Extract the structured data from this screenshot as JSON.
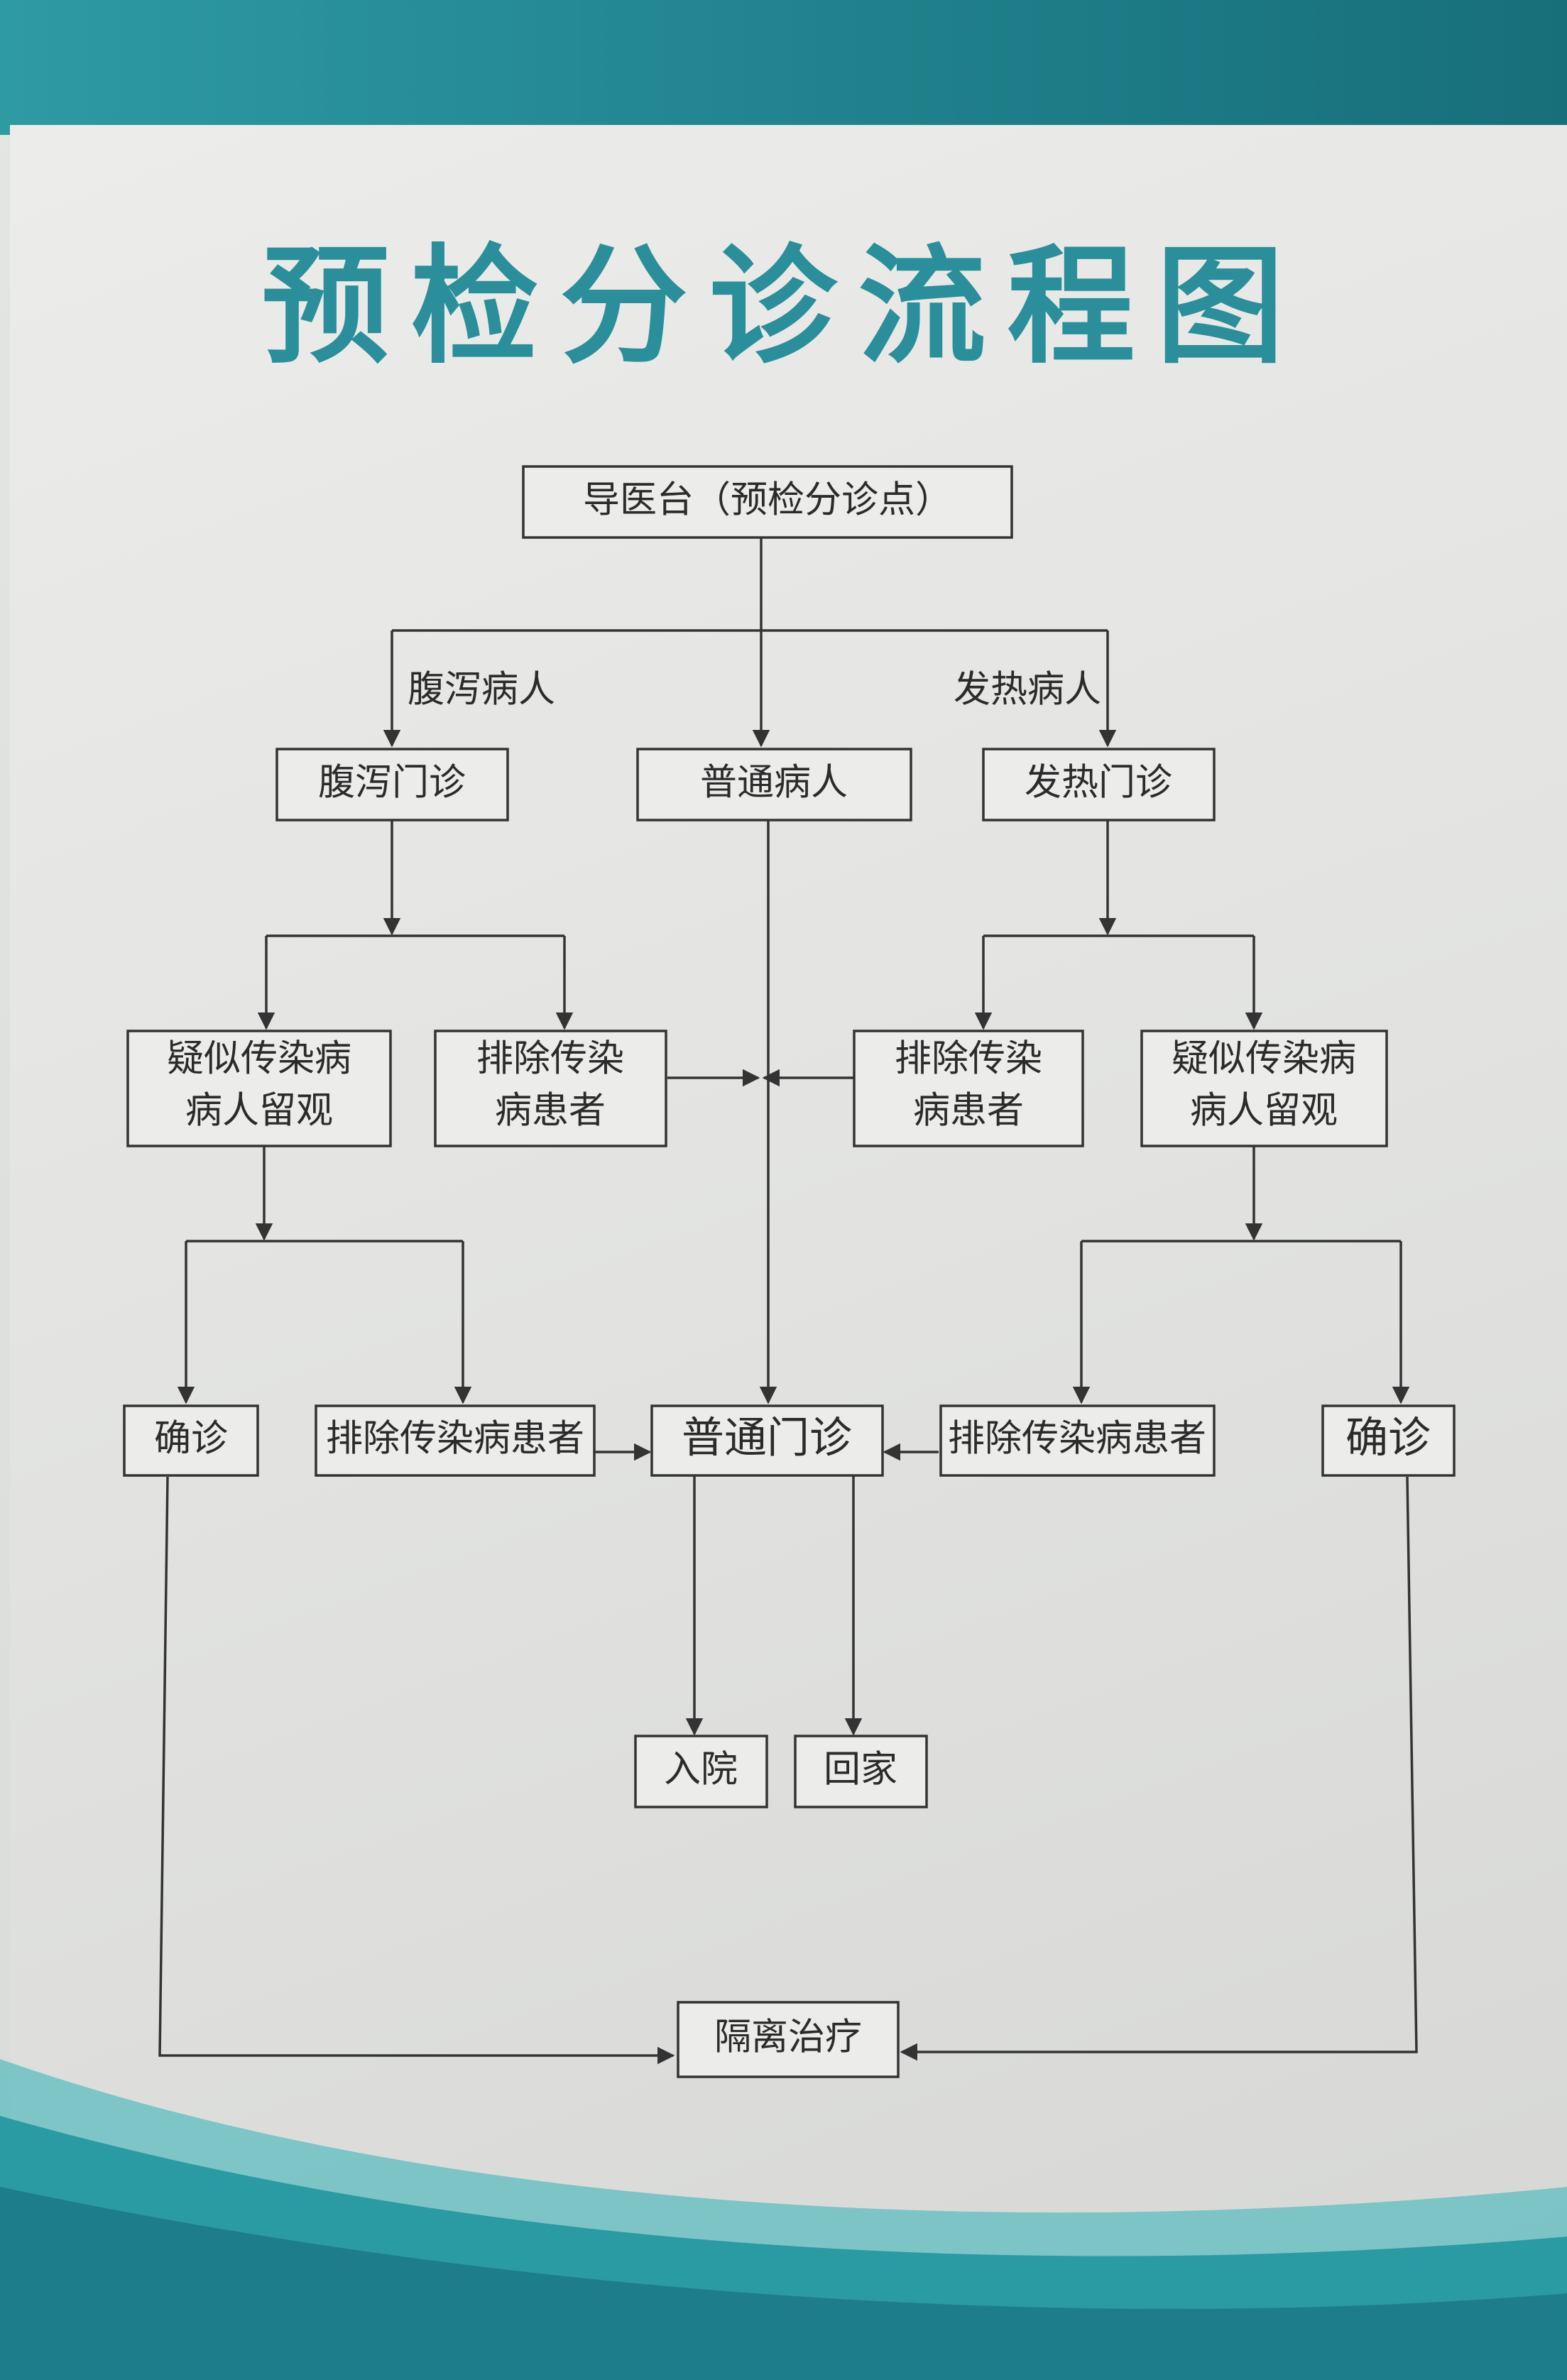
{
  "title": "预检分诊流程图",
  "colors": {
    "accent": "#2a8f9a",
    "band": "#1f7f8a"
  },
  "nodes": {
    "triage_desk": "导医台（预检分诊点）",
    "diarrhea_patient": "腹泻病人",
    "fever_patient": "发热病人",
    "diarrhea_clinic": "腹泻门诊",
    "general_patient": "普通病人",
    "fever_clinic": "发热门诊",
    "left_suspected": [
      "疑似传染病",
      "病人留观"
    ],
    "left_excluded": [
      "排除传染",
      "病患者"
    ],
    "right_excluded": [
      "排除传染",
      "病患者"
    ],
    "right_suspected": [
      "疑似传染病",
      "病人留观"
    ],
    "left_confirmed": "确诊",
    "left_excluded_2": "排除传染病患者",
    "general_clinic": "普通门诊",
    "right_excluded_2": "排除传染病患者",
    "right_confirmed": "确诊",
    "admission": "入院",
    "go_home": "回家",
    "isolation": "隔离治疗"
  }
}
